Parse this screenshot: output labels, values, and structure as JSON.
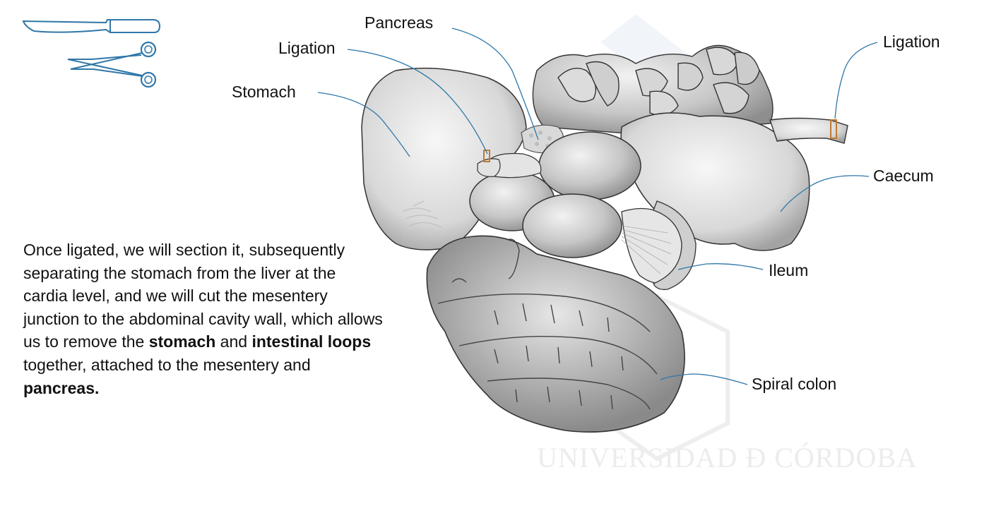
{
  "labels": {
    "pancreas": "Pancreas",
    "ligation_left": "Ligation",
    "stomach": "Stomach",
    "ligation_right": "Ligation",
    "caecum": "Caecum",
    "ileum": "Ileum",
    "spiral_colon": "Spiral colon"
  },
  "description": {
    "part1": "Once ligated, we will section it, subsequently separating the stomach from the liver at the cardia level, and we will cut the mesentery junction to the abdominal cavity wall, which allows us to remove the ",
    "bold1": "stomach",
    "part2": " and ",
    "bold2": "intestinal loops",
    "part3": " together, attached to the mesentery and ",
    "bold3": "pancreas."
  },
  "watermark": "UNIVERSIDAD Đ CÓRDOBA",
  "icons": [
    "knife-icon",
    "scissors-icon"
  ],
  "colors": {
    "leader_line": "#2f77a8",
    "icon_stroke": "#2f77a8",
    "organ_fill": "#b9b9b9",
    "ligature": "#c07a30"
  }
}
